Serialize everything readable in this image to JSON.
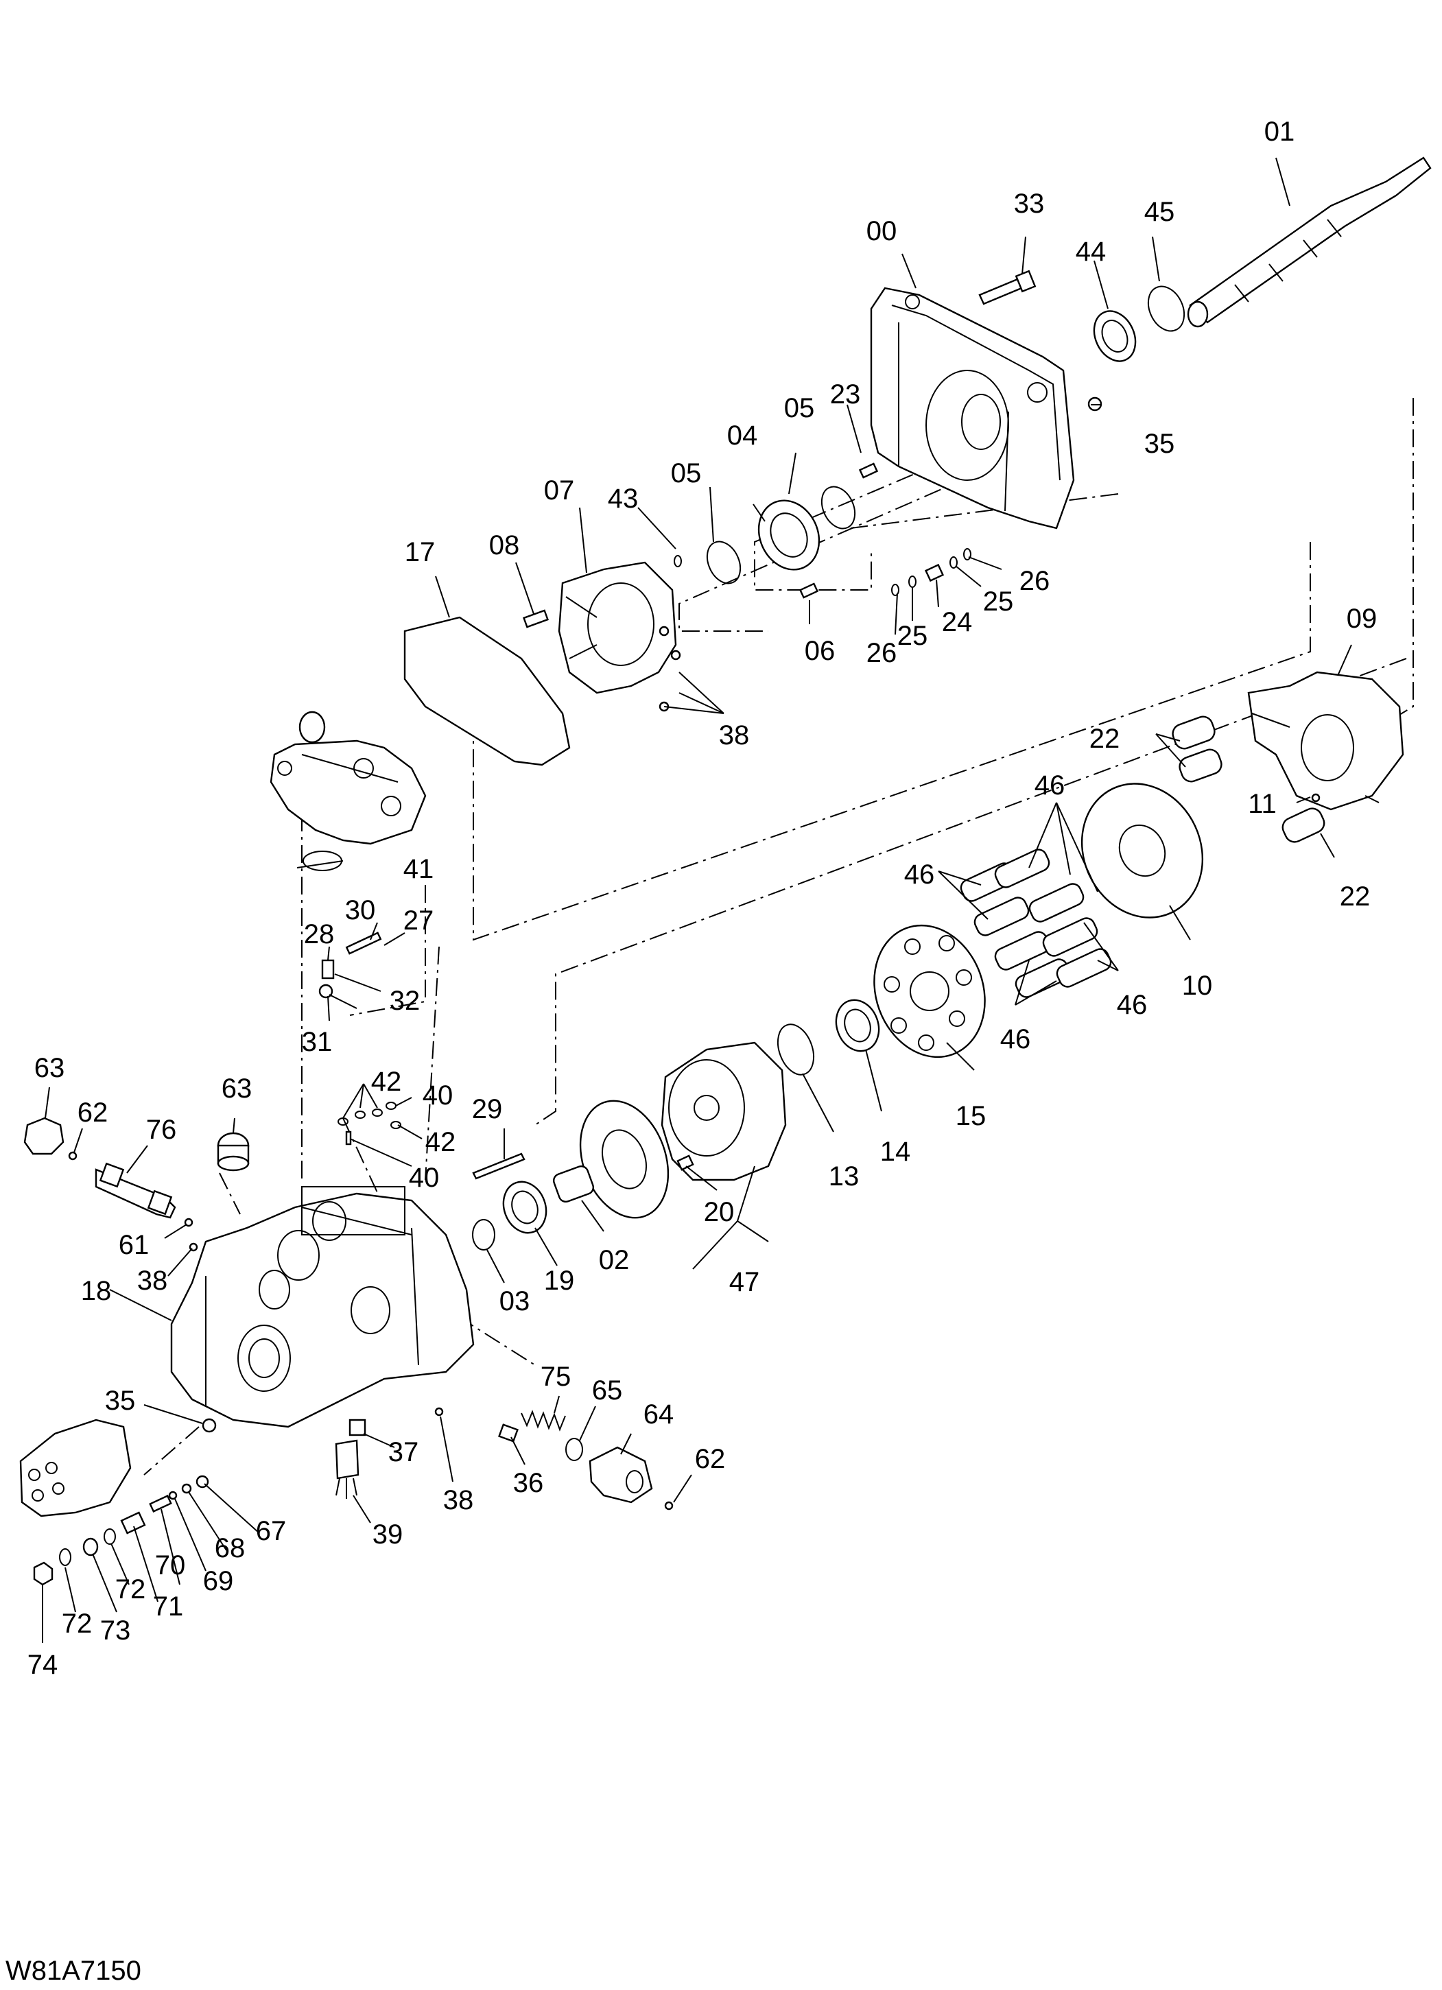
{
  "drawing_code": "W81A7150",
  "parts": [
    {
      "id": "p00",
      "label": "00"
    },
    {
      "id": "p01",
      "label": "01"
    },
    {
      "id": "p02",
      "label": "02"
    },
    {
      "id": "p03",
      "label": "03"
    },
    {
      "id": "p04",
      "label": "04"
    },
    {
      "id": "p05a",
      "label": "05"
    },
    {
      "id": "p05b",
      "label": "05"
    },
    {
      "id": "p06",
      "label": "06"
    },
    {
      "id": "p07",
      "label": "07"
    },
    {
      "id": "p08",
      "label": "08"
    },
    {
      "id": "p09",
      "label": "09"
    },
    {
      "id": "p10",
      "label": "10"
    },
    {
      "id": "p11",
      "label": "11"
    },
    {
      "id": "p13",
      "label": "13"
    },
    {
      "id": "p14",
      "label": "14"
    },
    {
      "id": "p15",
      "label": "15"
    },
    {
      "id": "p17",
      "label": "17"
    },
    {
      "id": "p18",
      "label": "18"
    },
    {
      "id": "p19",
      "label": "19"
    },
    {
      "id": "p20",
      "label": "20"
    },
    {
      "id": "p22a",
      "label": "22"
    },
    {
      "id": "p22b",
      "label": "22"
    },
    {
      "id": "p23",
      "label": "23"
    },
    {
      "id": "p24",
      "label": "24"
    },
    {
      "id": "p25a",
      "label": "25"
    },
    {
      "id": "p25b",
      "label": "25"
    },
    {
      "id": "p26a",
      "label": "26"
    },
    {
      "id": "p26b",
      "label": "26"
    },
    {
      "id": "p27",
      "label": "27"
    },
    {
      "id": "p28",
      "label": "28"
    },
    {
      "id": "p29",
      "label": "29"
    },
    {
      "id": "p30",
      "label": "30"
    },
    {
      "id": "p31",
      "label": "31"
    },
    {
      "id": "p32",
      "label": "32"
    },
    {
      "id": "p33",
      "label": "33"
    },
    {
      "id": "p35a",
      "label": "35"
    },
    {
      "id": "p35b",
      "label": "35"
    },
    {
      "id": "p36",
      "label": "36"
    },
    {
      "id": "p37",
      "label": "37"
    },
    {
      "id": "p38a",
      "label": "38"
    },
    {
      "id": "p38b",
      "label": "38"
    },
    {
      "id": "p38c",
      "label": "38"
    },
    {
      "id": "p39",
      "label": "39"
    },
    {
      "id": "p40a",
      "label": "40"
    },
    {
      "id": "p40b",
      "label": "40"
    },
    {
      "id": "p41",
      "label": "41"
    },
    {
      "id": "p42a",
      "label": "42"
    },
    {
      "id": "p42b",
      "label": "42"
    },
    {
      "id": "p43",
      "label": "43"
    },
    {
      "id": "p44",
      "label": "44"
    },
    {
      "id": "p45",
      "label": "45"
    },
    {
      "id": "p46a",
      "label": "46"
    },
    {
      "id": "p46b",
      "label": "46"
    },
    {
      "id": "p46c",
      "label": "46"
    },
    {
      "id": "p46d",
      "label": "46"
    },
    {
      "id": "p47",
      "label": "47"
    },
    {
      "id": "p61",
      "label": "61"
    },
    {
      "id": "p62a",
      "label": "62"
    },
    {
      "id": "p62b",
      "label": "62"
    },
    {
      "id": "p63a",
      "label": "63"
    },
    {
      "id": "p63b",
      "label": "63"
    },
    {
      "id": "p64",
      "label": "64"
    },
    {
      "id": "p65",
      "label": "65"
    },
    {
      "id": "p67",
      "label": "67"
    },
    {
      "id": "p68",
      "label": "68"
    },
    {
      "id": "p69",
      "label": "69"
    },
    {
      "id": "p70",
      "label": "70"
    },
    {
      "id": "p71",
      "label": "71"
    },
    {
      "id": "p72a",
      "label": "72"
    },
    {
      "id": "p72b",
      "label": "72"
    },
    {
      "id": "p73",
      "label": "73"
    },
    {
      "id": "p74",
      "label": "74"
    },
    {
      "id": "p75",
      "label": "75"
    },
    {
      "id": "p76",
      "label": "76"
    }
  ]
}
